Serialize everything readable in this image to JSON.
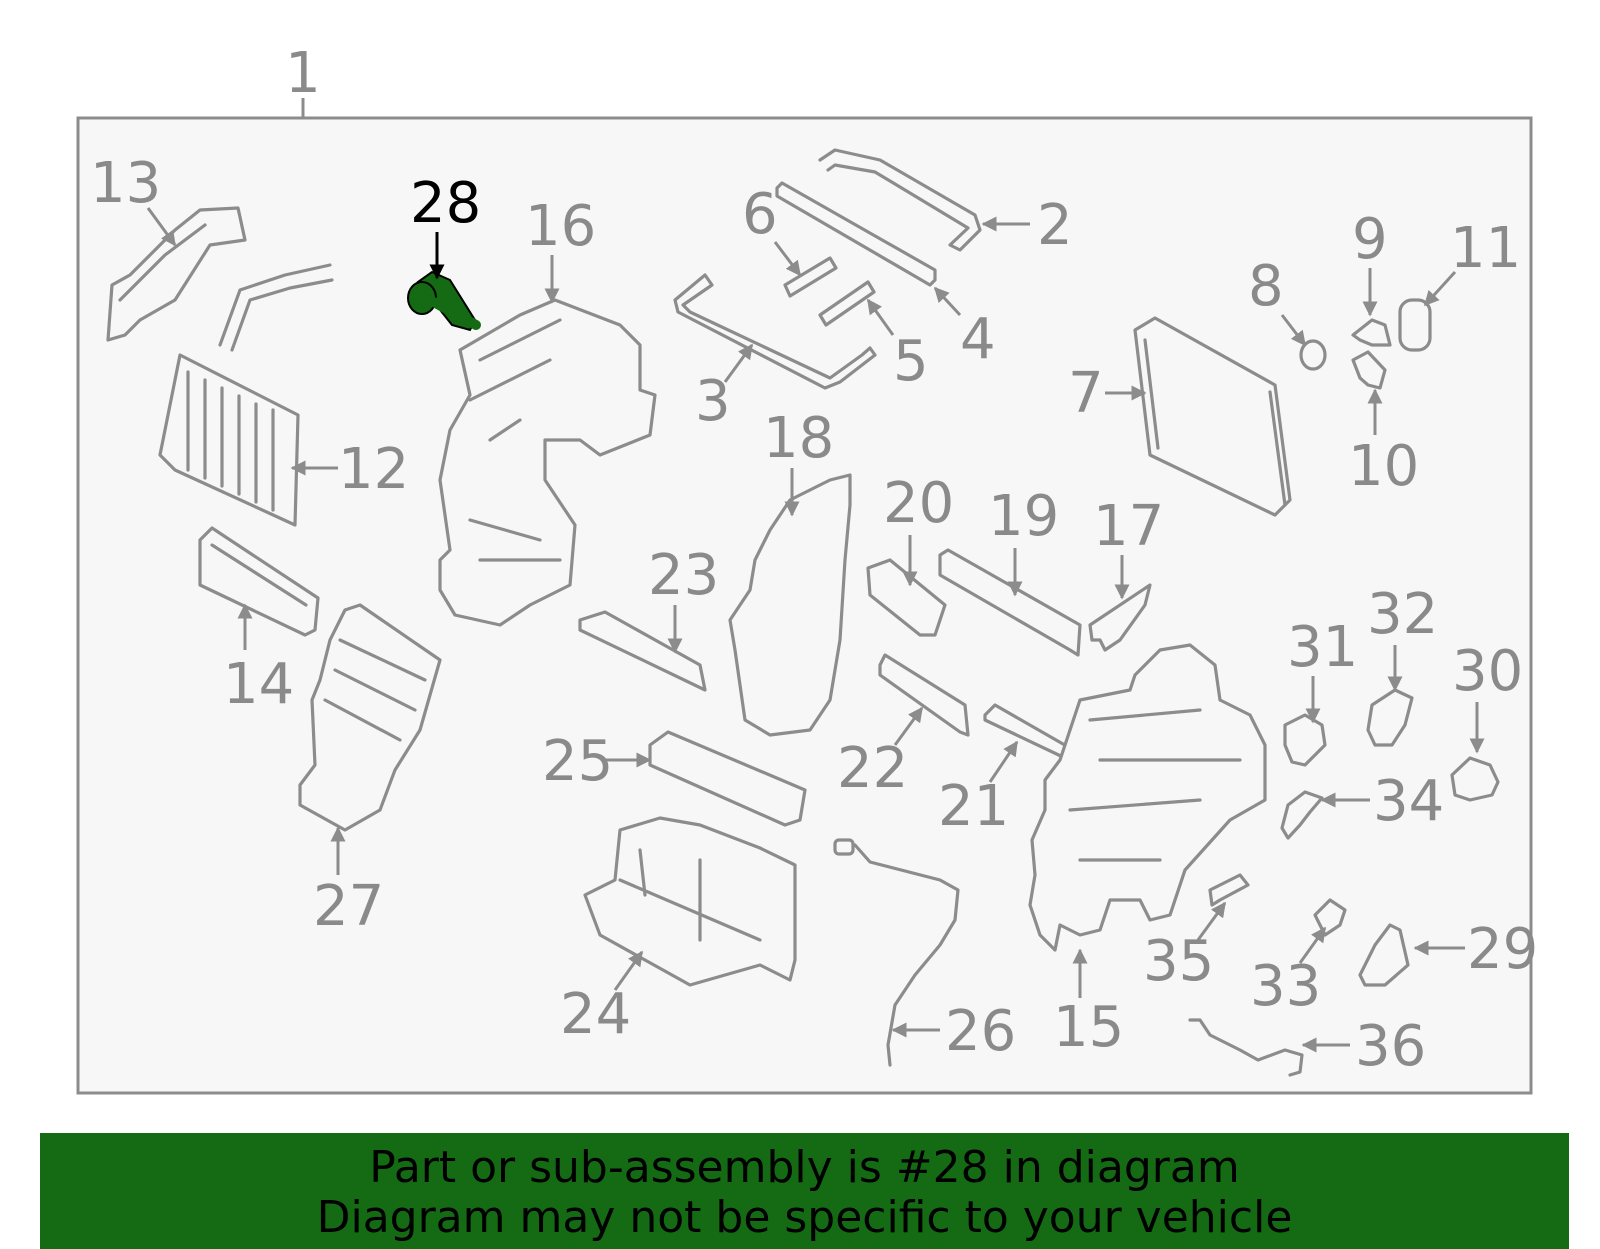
{
  "diagram": {
    "highlighted_part": "28",
    "highlight_color": "#146b14",
    "frame_background": "#f7f7f7",
    "part_line_color": "#8c8c8c",
    "callouts": [
      "1",
      "2",
      "3",
      "4",
      "5",
      "6",
      "7",
      "8",
      "9",
      "10",
      "11",
      "12",
      "13",
      "14",
      "15",
      "16",
      "17",
      "18",
      "19",
      "20",
      "21",
      "22",
      "23",
      "24",
      "25",
      "26",
      "27",
      "28",
      "29",
      "30",
      "31",
      "32",
      "33",
      "34",
      "35",
      "36"
    ]
  },
  "banner": {
    "line1": "Part or sub-assembly is #28 in diagram",
    "line2": "Diagram may not be specific to your vehicle",
    "background": "#146b14"
  }
}
